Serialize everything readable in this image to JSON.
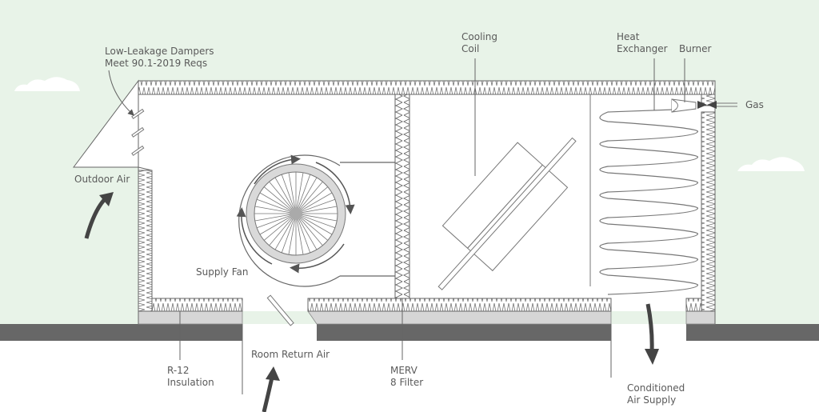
{
  "title": "Rooftop HVAC unit cross-section",
  "colors": {
    "sky": "#e6f2e6",
    "roof": "#676767",
    "curb": "#d6d6d6",
    "line": "#6a6a6a",
    "arrow": "#4a4a4a"
  },
  "labels": {
    "dampers": [
      "Low-Leakage Dampers",
      "Meet 90.1-2019 Reqs"
    ],
    "cooling_coil": [
      "Cooling",
      "Coil"
    ],
    "heat_exchanger": [
      "Heat",
      "Exchanger"
    ],
    "burner": "Burner",
    "gas": "Gas",
    "outdoor_air": "Outdoor Air",
    "supply_fan": "Supply Fan",
    "room_return_air": "Room Return Air",
    "insulation": [
      "R-12",
      "Insulation"
    ],
    "filter": [
      "MERV",
      "8 Filter"
    ],
    "conditioned_air": [
      "Conditioned",
      "Air Supply"
    ]
  }
}
